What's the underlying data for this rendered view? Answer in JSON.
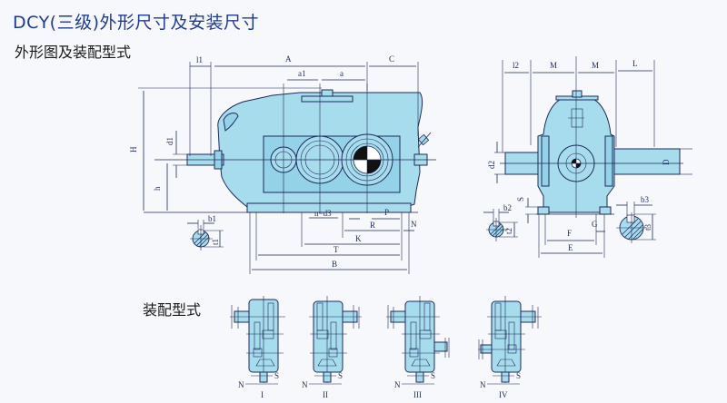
{
  "header": {
    "title": "DCY(三级)外形尺寸及安装尺寸",
    "subtitle": "外形图及装配型式"
  },
  "front_view": {
    "dimensions": {
      "l1": "l1",
      "A": "A",
      "C": "C",
      "a1": "a1",
      "a": "a",
      "H": "H",
      "h": "h",
      "d1": "d1",
      "b1": "b1",
      "t1": "t1",
      "n_d3": "n−d3",
      "P": "P",
      "R": "R",
      "N": "N",
      "K": "K",
      "T": "T",
      "B": "B"
    }
  },
  "side_view": {
    "dimensions": {
      "l2": "l2",
      "M1": "M",
      "M2": "M",
      "L": "L",
      "d2": "d2",
      "D": "D",
      "S": "S",
      "b2": "b2",
      "t2": "t2",
      "G": "G",
      "F": "F",
      "E": "E",
      "b3": "b3",
      "t3": "t3"
    }
  },
  "assembly": {
    "title": "装配型式",
    "types": [
      {
        "label": "I",
        "n": "N",
        "s": "S"
      },
      {
        "label": "II",
        "n": "N",
        "s": "S"
      },
      {
        "label": "III",
        "n": "N",
        "s": "S"
      },
      {
        "label": "IV",
        "n": "N",
        "s": "S"
      }
    ]
  },
  "colors": {
    "body": "#a7dced",
    "line": "#1e2a5a",
    "title": "#1f3a93"
  }
}
